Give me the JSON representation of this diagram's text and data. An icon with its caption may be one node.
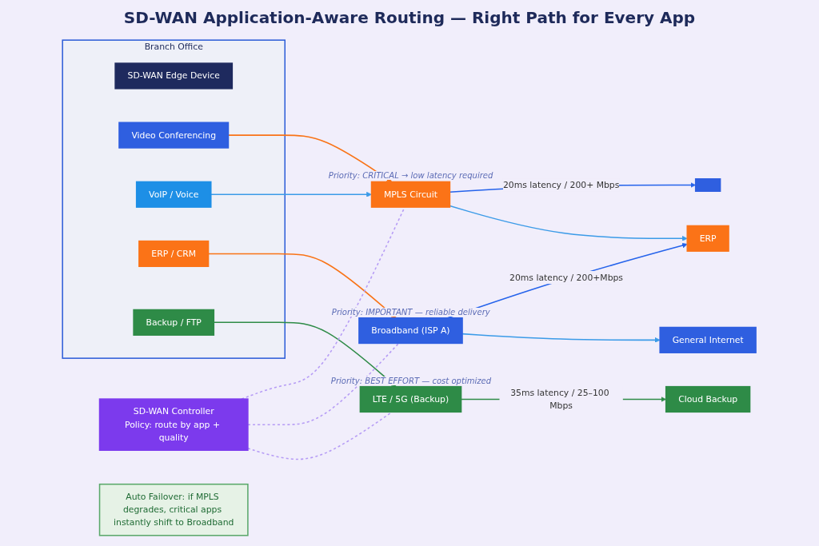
{
  "diagram": {
    "title": "SD-WAN Application-Aware Routing — Right Path for Every App",
    "nodes": [
      {
        "text": [
          "Branch Office"
        ]
      },
      {
        "text": [
          "SD-WAN Edge Device"
        ],
        "in": 0
      },
      {
        "text": [
          "Video Conferencing"
        ],
        "in": 0
      },
      {
        "text": [
          "VoIP / Voice"
        ],
        "in": 0
      },
      {
        "text": [
          "ERP / CRM"
        ],
        "in": 0
      },
      {
        "text": [
          "Backup / FTP"
        ],
        "in": 0
      },
      {
        "text": [
          "SD-WAN Controller",
          "Policy: route by app + quality"
        ]
      },
      {
        "text": [
          "MPLS Circuit"
        ],
        "beside": [
          "Priority: CRITICAL → low latency required"
        ]
      },
      {
        "text": [
          "Broadband (ISP A)"
        ],
        "beside": [
          "Priority: IMPORTANT — reliable delivery"
        ]
      },
      {
        "text": [
          "LTE / 5G (Backup)"
        ],
        "beside": [
          "Priority: BEST EFFORT — cost optimized"
        ]
      },
      {
        "text": [],
        "shape": "box"
      },
      {
        "text": [
          "ERP"
        ]
      },
      {
        "text": [
          "Cloud Backup"
        ]
      },
      {
        "text": [
          "General Internet"
        ]
      },
      {
        "text": [
          "Auto Failover: if MPLS degrades, critical apps instantly shift to Broadband"
        ]
      }
    ],
    "edges": [
      {
        "from": 2,
        "to": 7,
        "arrow": "to",
        "color": "#f97316"
      },
      {
        "from": 3,
        "to": 7,
        "arrow": "to",
        "color": "#3b9be8"
      },
      {
        "from": 4,
        "to": 8,
        "arrow": "to",
        "color": "#f97316"
      },
      {
        "from": 5,
        "to": 9,
        "arrow": "to",
        "color": "#2e8b47"
      },
      {
        "from": 6,
        "to": 7,
        "arrow": "none",
        "style": "dashed",
        "color": "#b69cf5"
      },
      {
        "from": 6,
        "to": 8,
        "arrow": "none",
        "style": "dashed",
        "color": "#b69cf5"
      },
      {
        "from": 6,
        "to": 9,
        "arrow": "none",
        "style": "dashed",
        "color": "#b69cf5"
      },
      {
        "from": 7,
        "to": 10,
        "label": "20ms latency / 200+ Mbps",
        "arrow": "to",
        "color": "#2563eb"
      },
      {
        "from": 7,
        "to": 11,
        "arrow": "to",
        "color": "#3b9be8"
      },
      {
        "from": 8,
        "to": 11,
        "label": "20ms latency / 200+Mbps",
        "arrow": "to",
        "color": "#2563eb"
      },
      {
        "from": 8,
        "to": 13,
        "arrow": "to",
        "color": "#3b9be8"
      },
      {
        "from": 9,
        "to": 12,
        "label": "35ms latency / 25–100 Mbps",
        "arrow": "to",
        "color": "#2e8b47"
      }
    ]
  }
}
